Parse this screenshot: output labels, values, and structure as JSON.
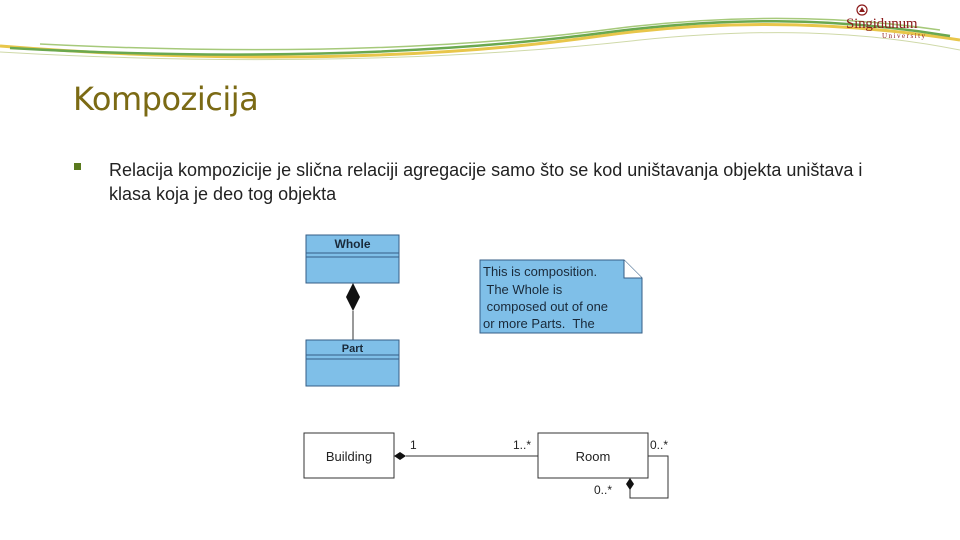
{
  "slide": {
    "title": "Kompozicija",
    "bullet": "Relacija kompozicije je slična relaciji agregacije samo što se kod uništavanja objekta uništava i klasa koja je deo tog objekta"
  },
  "logo": {
    "name": "Singidunum",
    "sub": "University"
  },
  "diagram_top": {
    "whole_label": "Whole",
    "part_label": "Part",
    "note_lines": [
      "This is composition.",
      " The Whole is",
      " composed out of one",
      "or more Parts.  The"
    ]
  },
  "diagram_bottom": {
    "building_label": "Building",
    "room_label": "Room",
    "mult_building": "1",
    "mult_room": "1..*",
    "mult_self_right": "0..*",
    "mult_self_bottom": "0..*"
  },
  "colors": {
    "title": "#7b6a14",
    "uml_fill": "#7fbfe8",
    "swoosh_green": "#6aa84f",
    "swoosh_yellow": "#e8c64a"
  }
}
